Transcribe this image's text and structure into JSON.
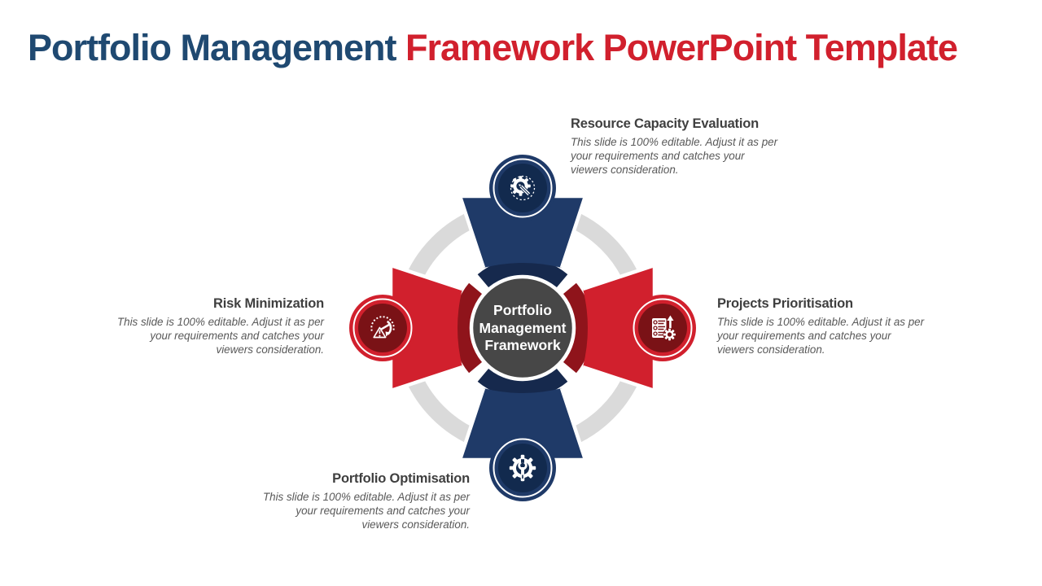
{
  "title": {
    "primary": "Portfolio Management ",
    "secondary": "Framework PowerPoint Template"
  },
  "center_label": "Portfolio\nManagement\nFramework",
  "description": "This slide is 100%  editable. Adjust it as per your requirements and catches your viewers consideration.",
  "description_lines": "This slide is 100%  editable. Adjust it as per\nyour requirements and catches your\nviewers consideration.",
  "nodes": {
    "top": {
      "heading": "Resource Capacity Evaluation",
      "icon": "gear-pencil-icon",
      "color": "#1F3A68"
    },
    "right": {
      "heading": "Projects Prioritisation",
      "icon": "checklist-gear-icon",
      "color": "#D1202D"
    },
    "bottom": {
      "heading": "Portfolio Optimisation",
      "icon": "gear-wrench-icon",
      "color": "#1F3A68"
    },
    "left": {
      "heading": "Risk Minimization",
      "icon": "gauge-warning-icon",
      "color": "#D1202D"
    }
  },
  "colors": {
    "title_blue": "#1F4971",
    "title_red": "#D1202D",
    "navy": "#1F3A68",
    "navy_dark": "#122A4E",
    "navy_shadow": "#16294D",
    "red": "#D1202D",
    "red_dark": "#7A1216",
    "red_shadow": "#8F141B",
    "ring_gray": "#DADADA",
    "center_circle_gray": "#474747",
    "heading_gray": "#3F3F3F",
    "body_gray": "#595959",
    "background": "#FFFFFF"
  }
}
